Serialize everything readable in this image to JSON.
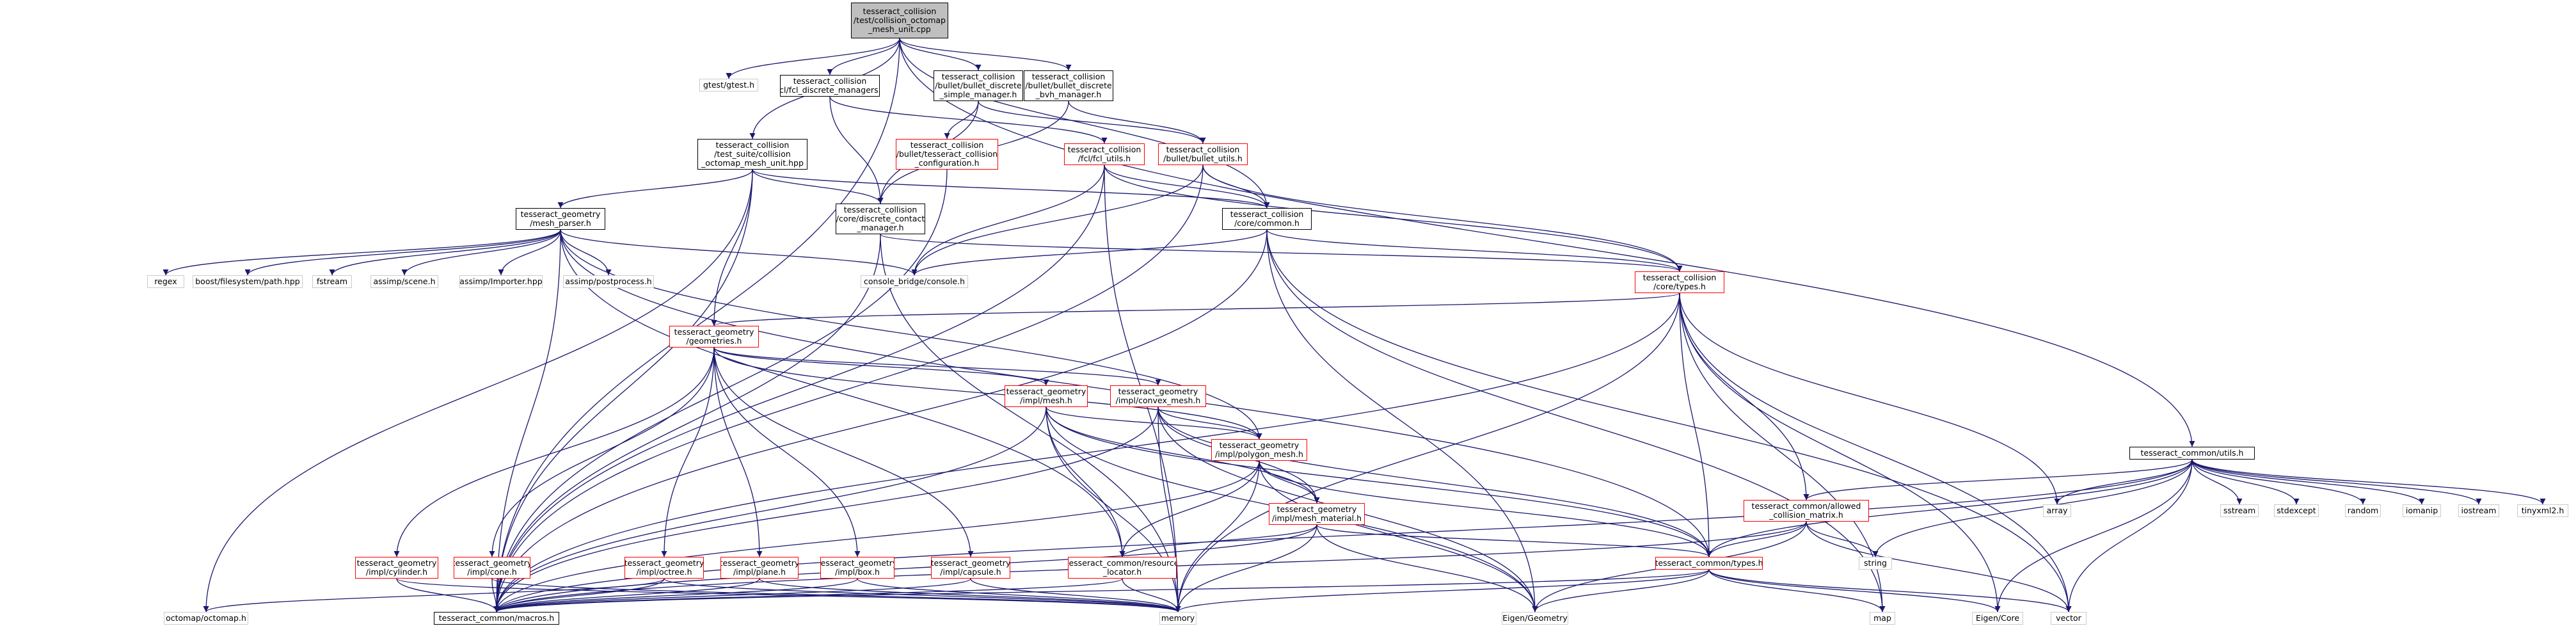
{
  "graph": {
    "type": "include-dependency-graph",
    "edge_color": "#191970",
    "nodes": [
      {
        "id": "root",
        "label": "tesseract_collision\n/test/collision_octomap\n_mesh_unit.cpp",
        "style": "root"
      },
      {
        "id": "gtest",
        "label": "gtest/gtest.h",
        "style": "grey"
      },
      {
        "id": "fcl_dm",
        "label": "tesseract_collision\n/fcl/fcl_discrete_managers.h",
        "style": "box"
      },
      {
        "id": "bullet_simple",
        "label": "tesseract_collision\n/bullet/bullet_discrete\n_simple_manager.h",
        "style": "box"
      },
      {
        "id": "bullet_bvh",
        "label": "tesseract_collision\n/bullet/bullet_discrete\n_bvh_manager.h",
        "style": "box"
      },
      {
        "id": "test_suite",
        "label": "tesseract_collision\n/test_suite/collision\n_octomap_mesh_unit.hpp",
        "style": "box"
      },
      {
        "id": "bullet_conf",
        "label": "tesseract_collision\n/bullet/tesseract_collision\n_configuration.h",
        "style": "red"
      },
      {
        "id": "fcl_utils",
        "label": "tesseract_collision\n/fcl/fcl_utils.h",
        "style": "red"
      },
      {
        "id": "bullet_utils",
        "label": "tesseract_collision\n/bullet/bullet_utils.h",
        "style": "red"
      },
      {
        "id": "mesh_parser",
        "label": "tesseract_geometry\n/mesh_parser.h",
        "style": "box"
      },
      {
        "id": "dcm",
        "label": "tesseract_collision\n/core/discrete_contact\n_manager.h",
        "style": "box"
      },
      {
        "id": "common_h",
        "label": "tesseract_collision\n/core/common.h",
        "style": "box"
      },
      {
        "id": "regex",
        "label": "regex",
        "style": "grey"
      },
      {
        "id": "boost_fs",
        "label": "boost/filesystem/path.hpp",
        "style": "grey"
      },
      {
        "id": "fstream",
        "label": "fstream",
        "style": "grey"
      },
      {
        "id": "assimp_scene",
        "label": "assimp/scene.h",
        "style": "grey"
      },
      {
        "id": "assimp_importer",
        "label": "assimp/Importer.hpp",
        "style": "grey"
      },
      {
        "id": "assimp_post",
        "label": "assimp/postprocess.h",
        "style": "grey"
      },
      {
        "id": "console",
        "label": "console_bridge/console.h",
        "style": "grey"
      },
      {
        "id": "core_types",
        "label": "tesseract_collision\n/core/types.h",
        "style": "red"
      },
      {
        "id": "geometries",
        "label": "tesseract_geometry\n/geometries.h",
        "style": "red"
      },
      {
        "id": "impl_mesh",
        "label": "tesseract_geometry\n/impl/mesh.h",
        "style": "red"
      },
      {
        "id": "convex_mesh",
        "label": "tesseract_geometry\n/impl/convex_mesh.h",
        "style": "red"
      },
      {
        "id": "polygon_mesh",
        "label": "tesseract_geometry\n/impl/polygon_mesh.h",
        "style": "red"
      },
      {
        "id": "mesh_material",
        "label": "tesseract_geometry\n/impl/mesh_material.h",
        "style": "red"
      },
      {
        "id": "common_utils",
        "label": "tesseract_common/utils.h",
        "style": "box"
      },
      {
        "id": "array",
        "label": "array",
        "style": "grey"
      },
      {
        "id": "sstream",
        "label": "sstream",
        "style": "grey"
      },
      {
        "id": "stdexcept",
        "label": "stdexcept",
        "style": "grey"
      },
      {
        "id": "random",
        "label": "random",
        "style": "grey"
      },
      {
        "id": "iomanip",
        "label": "iomanip",
        "style": "grey"
      },
      {
        "id": "iostream",
        "label": "iostream",
        "style": "grey"
      },
      {
        "id": "tinyxml2",
        "label": "tinyxml2.h",
        "style": "grey"
      },
      {
        "id": "allowed",
        "label": "tesseract_common/allowed\n_collision_matrix.h",
        "style": "red"
      },
      {
        "id": "string",
        "label": "string",
        "style": "grey"
      },
      {
        "id": "common_types",
        "label": "tesseract_common/types.h",
        "style": "red"
      },
      {
        "id": "cylinder",
        "label": "tesseract_geometry\n/impl/cylinder.h",
        "style": "red"
      },
      {
        "id": "cone",
        "label": "tesseract_geometry\n/impl/cone.h",
        "style": "red"
      },
      {
        "id": "octree",
        "label": "tesseract_geometry\n/impl/octree.h",
        "style": "red"
      },
      {
        "id": "plane",
        "label": "tesseract_geometry\n/impl/plane.h",
        "style": "red"
      },
      {
        "id": "box",
        "label": "tesseract_geometry\n/impl/box.h",
        "style": "red"
      },
      {
        "id": "capsule",
        "label": "tesseract_geometry\n/impl/capsule.h",
        "style": "red"
      },
      {
        "id": "resource",
        "label": "tesseract_common/resource\n_locator.h",
        "style": "red"
      },
      {
        "id": "octomap",
        "label": "octomap/octomap.h",
        "style": "grey"
      },
      {
        "id": "macros",
        "label": "tesseract_common/macros.h",
        "style": "box"
      },
      {
        "id": "memory",
        "label": "memory",
        "style": "grey"
      },
      {
        "id": "eigen_geo",
        "label": "Eigen/Geometry",
        "style": "grey"
      },
      {
        "id": "map",
        "label": "map",
        "style": "grey"
      },
      {
        "id": "eigen_core",
        "label": "Eigen/Core",
        "style": "grey"
      },
      {
        "id": "vector",
        "label": "vector",
        "style": "grey"
      }
    ],
    "edges": [
      [
        "root",
        "gtest"
      ],
      [
        "root",
        "fcl_dm"
      ],
      [
        "root",
        "bullet_simple"
      ],
      [
        "root",
        "bullet_bvh"
      ],
      [
        "root",
        "test_suite"
      ],
      [
        "root",
        "common_h"
      ],
      [
        "root",
        "common_utils"
      ],
      [
        "root",
        "macros"
      ],
      [
        "fcl_dm",
        "fcl_utils"
      ],
      [
        "fcl_dm",
        "dcm"
      ],
      [
        "bullet_simple",
        "bullet_conf"
      ],
      [
        "bullet_simple",
        "bullet_utils"
      ],
      [
        "bullet_simple",
        "dcm"
      ],
      [
        "bullet_bvh",
        "bullet_utils"
      ],
      [
        "bullet_bvh",
        "dcm"
      ],
      [
        "bullet_conf",
        "macros"
      ],
      [
        "fcl_utils",
        "common_h"
      ],
      [
        "fcl_utils",
        "console"
      ],
      [
        "fcl_utils",
        "core_types"
      ],
      [
        "fcl_utils",
        "macros"
      ],
      [
        "fcl_utils",
        "memory"
      ],
      [
        "bullet_utils",
        "common_h"
      ],
      [
        "bullet_utils",
        "console"
      ],
      [
        "bullet_utils",
        "core_types"
      ],
      [
        "bullet_utils",
        "macros"
      ],
      [
        "test_suite",
        "mesh_parser"
      ],
      [
        "test_suite",
        "dcm"
      ],
      [
        "test_suite",
        "common_h"
      ],
      [
        "test_suite",
        "geometries"
      ],
      [
        "test_suite",
        "octomap"
      ],
      [
        "test_suite",
        "macros"
      ],
      [
        "mesh_parser",
        "regex"
      ],
      [
        "mesh_parser",
        "boost_fs"
      ],
      [
        "mesh_parser",
        "fstream"
      ],
      [
        "mesh_parser",
        "assimp_scene"
      ],
      [
        "mesh_parser",
        "assimp_importer"
      ],
      [
        "mesh_parser",
        "assimp_post"
      ],
      [
        "mesh_parser",
        "console"
      ],
      [
        "mesh_parser",
        "polygon_mesh"
      ],
      [
        "mesh_parser",
        "resource"
      ],
      [
        "mesh_parser",
        "common_types"
      ],
      [
        "mesh_parser",
        "macros"
      ],
      [
        "dcm",
        "core_types"
      ],
      [
        "dcm",
        "macros"
      ],
      [
        "dcm",
        "memory"
      ],
      [
        "common_h",
        "core_types"
      ],
      [
        "common_h",
        "console"
      ],
      [
        "common_h",
        "map"
      ],
      [
        "common_h",
        "vector"
      ],
      [
        "common_h",
        "eigen_geo"
      ],
      [
        "common_h",
        "macros"
      ],
      [
        "core_types",
        "geometries"
      ],
      [
        "core_types",
        "allowed"
      ],
      [
        "core_types",
        "common_types"
      ],
      [
        "core_types",
        "array"
      ],
      [
        "core_types",
        "map"
      ],
      [
        "core_types",
        "vector"
      ],
      [
        "core_types",
        "eigen_core"
      ],
      [
        "core_types",
        "memory"
      ],
      [
        "core_types",
        "macros"
      ],
      [
        "geometries",
        "impl_mesh"
      ],
      [
        "geometries",
        "convex_mesh"
      ],
      [
        "geometries",
        "polygon_mesh"
      ],
      [
        "geometries",
        "cylinder"
      ],
      [
        "geometries",
        "cone"
      ],
      [
        "geometries",
        "octree"
      ],
      [
        "geometries",
        "plane"
      ],
      [
        "geometries",
        "box"
      ],
      [
        "geometries",
        "capsule"
      ],
      [
        "impl_mesh",
        "polygon_mesh"
      ],
      [
        "impl_mesh",
        "mesh_material"
      ],
      [
        "impl_mesh",
        "resource"
      ],
      [
        "impl_mesh",
        "common_types"
      ],
      [
        "impl_mesh",
        "eigen_geo"
      ],
      [
        "impl_mesh",
        "memory"
      ],
      [
        "impl_mesh",
        "macros"
      ],
      [
        "convex_mesh",
        "polygon_mesh"
      ],
      [
        "convex_mesh",
        "mesh_material"
      ],
      [
        "convex_mesh",
        "common_types"
      ],
      [
        "convex_mesh",
        "eigen_geo"
      ],
      [
        "convex_mesh",
        "memory"
      ],
      [
        "convex_mesh",
        "macros"
      ],
      [
        "polygon_mesh",
        "mesh_material"
      ],
      [
        "polygon_mesh",
        "resource"
      ],
      [
        "polygon_mesh",
        "common_types"
      ],
      [
        "polygon_mesh",
        "eigen_geo"
      ],
      [
        "polygon_mesh",
        "memory"
      ],
      [
        "polygon_mesh",
        "macros"
      ],
      [
        "mesh_material",
        "resource"
      ],
      [
        "mesh_material",
        "common_types"
      ],
      [
        "mesh_material",
        "eigen_geo"
      ],
      [
        "mesh_material",
        "memory"
      ],
      [
        "mesh_material",
        "macros"
      ],
      [
        "common_utils",
        "array"
      ],
      [
        "common_utils",
        "sstream"
      ],
      [
        "common_utils",
        "stdexcept"
      ],
      [
        "common_utils",
        "random"
      ],
      [
        "common_utils",
        "iomanip"
      ],
      [
        "common_utils",
        "iostream"
      ],
      [
        "common_utils",
        "tinyxml2"
      ],
      [
        "common_utils",
        "allowed"
      ],
      [
        "common_utils",
        "string"
      ],
      [
        "common_utils",
        "common_types"
      ],
      [
        "common_utils",
        "eigen_core"
      ],
      [
        "common_utils",
        "vector"
      ],
      [
        "common_utils",
        "macros"
      ],
      [
        "allowed",
        "string"
      ],
      [
        "allowed",
        "common_types"
      ],
      [
        "allowed",
        "vector"
      ],
      [
        "allowed",
        "eigen_geo"
      ],
      [
        "allowed",
        "macros"
      ],
      [
        "common_types",
        "macros"
      ],
      [
        "common_types",
        "memory"
      ],
      [
        "common_types",
        "map"
      ],
      [
        "common_types",
        "eigen_geo"
      ],
      [
        "common_types",
        "eigen_core"
      ],
      [
        "common_types",
        "vector"
      ],
      [
        "cylinder",
        "macros"
      ],
      [
        "cylinder",
        "memory"
      ],
      [
        "cone",
        "macros"
      ],
      [
        "cone",
        "memory"
      ],
      [
        "octree",
        "octomap"
      ],
      [
        "octree",
        "macros"
      ],
      [
        "octree",
        "memory"
      ],
      [
        "plane",
        "macros"
      ],
      [
        "plane",
        "memory"
      ],
      [
        "box",
        "macros"
      ],
      [
        "box",
        "memory"
      ],
      [
        "capsule",
        "macros"
      ],
      [
        "capsule",
        "memory"
      ],
      [
        "resource",
        "macros"
      ],
      [
        "resource",
        "memory"
      ]
    ]
  }
}
